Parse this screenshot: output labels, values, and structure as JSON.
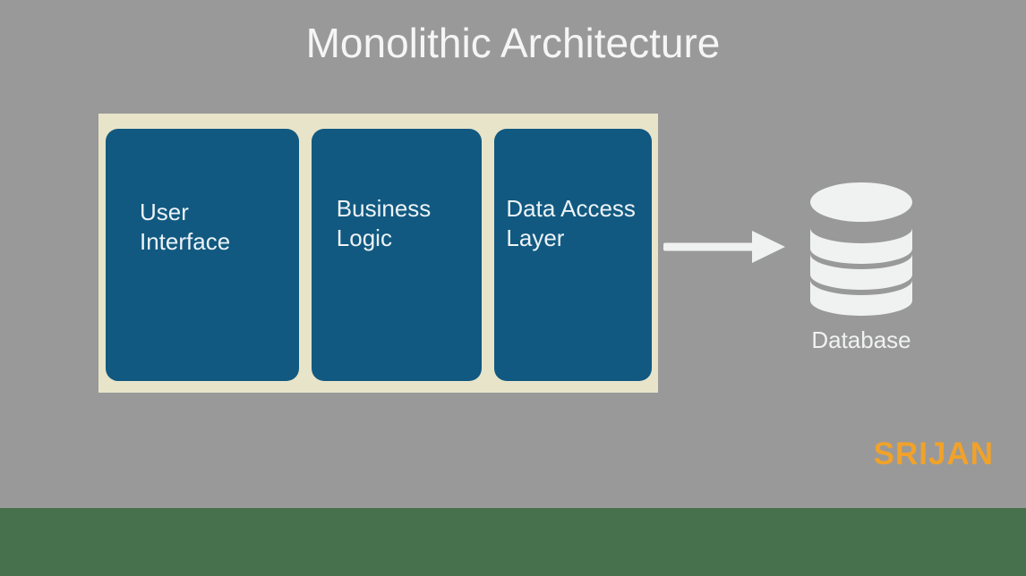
{
  "title": "Monolithic Architecture",
  "monolith": {
    "boxes": [
      {
        "label": "User\nInterface"
      },
      {
        "label": "Business\nLogic"
      },
      {
        "label": "Data Access\nLayer"
      }
    ]
  },
  "database": {
    "label": "Database"
  },
  "branding": {
    "logo": "SRIJAN"
  },
  "colors": {
    "background_gray": "#999999",
    "footer_green": "#47714D",
    "container_cream": "#E7E4CA",
    "box_blue": "#115980",
    "text_white": "#F5F5F5",
    "icon_offwhite": "#F0F2F1",
    "logo_orange": "#F0A22B"
  }
}
